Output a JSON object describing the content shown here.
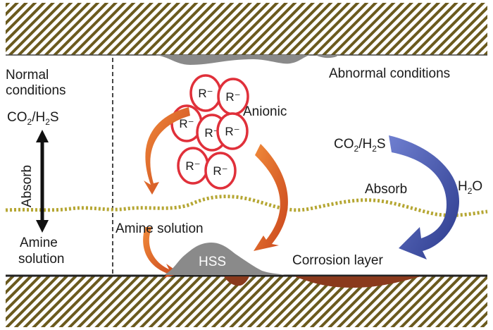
{
  "left_panel": {
    "title_line1": "Normal",
    "title_line2": "conditions",
    "gas_base1": "CO",
    "gas_sub1": "2",
    "gas_mid": "/H",
    "gas_sub2": "2",
    "gas_end": "S",
    "arrow_label": "Absorb",
    "solution_line1": "Amine",
    "solution_line2": "solution"
  },
  "right_panel": {
    "title": "Abnormal conditions",
    "anionic_label": "Anionic",
    "ion_label": "R⁻",
    "ion_count": 7,
    "gas_base1": "CO",
    "gas_sub1": "2",
    "gas_mid": "/H",
    "gas_sub2": "2",
    "gas_end": "S",
    "absorb_label": "Absorb",
    "water_base": "H",
    "water_sub": "2",
    "water_end": "O",
    "amine_label": "Amine solution",
    "hss_label": "HSS",
    "corrosion_label": "Corrosion layer"
  },
  "colors": {
    "wall_hatch": "#6b5a1e",
    "liquid_line": "#b5a632",
    "ion_ring": "#e0303a",
    "orange_arrow": "#e2662a",
    "blue_arrow": "#3b4fa8",
    "hss_deposit": "#8a8a8a",
    "corrosion": "#8a3a1c",
    "divider": "#333333"
  }
}
